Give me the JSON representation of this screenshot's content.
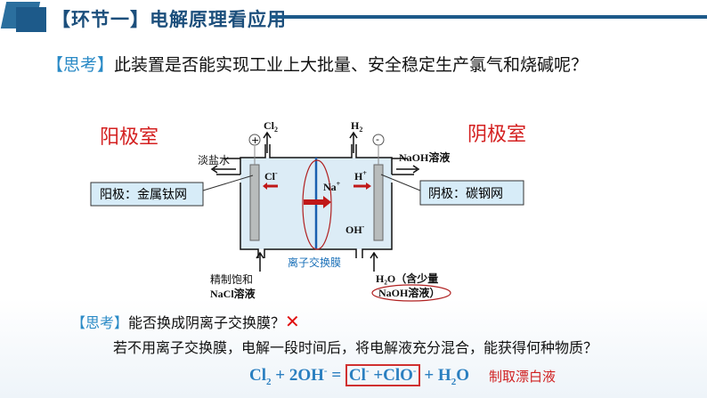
{
  "header": {
    "title": "【环节一】电解原理看应用"
  },
  "question1": {
    "bracket": "【思考】",
    "text": "此装置是否能实现工业上大批量、安全稳定生产氯气和烧碱呢？"
  },
  "diagram": {
    "anode_room": "阳极室",
    "cathode_room": "阴极室",
    "plus": "+",
    "minus": "-",
    "cl2": "Cl",
    "cl2_sub": "2",
    "h2": "H",
    "h2_sub": "2",
    "dilute_brine": "淡盐水",
    "naoh_out": "NaOH溶液",
    "cl_ion": "Cl",
    "cl_ion_sup": "-",
    "na_ion": "Na",
    "na_ion_sup": "+",
    "h_ion": "H",
    "h_ion_sup": "+",
    "oh_ion": "OH",
    "oh_ion_sup": "-",
    "anode_label": "阳极：金属钛网",
    "cathode_label": "阴极：碳钢网",
    "membrane": "离子交换膜",
    "feed_left_1": "精制饱和",
    "feed_left_2": "NaCl溶液",
    "feed_right_1": "H₂O（含少量",
    "feed_right_2": "NaOH溶液）"
  },
  "question2": {
    "bracket": "【思考】",
    "text": "能否换成阴离子交换膜？",
    "mark": "✕"
  },
  "question3": {
    "text": "若不用离子交换膜，电解一段时间后，将电解液充分混合，能获得何种物质？"
  },
  "equation": {
    "cl2": "Cl",
    "sub2": "2",
    "part2": " + 2OH",
    "sup1": "-",
    "eq": " = ",
    "cl": "Cl",
    "sup2": "-",
    "plus": " +ClO",
    "sup3": "-",
    "part3": " + H",
    "sub3": "2",
    "o": "O"
  },
  "bleach": "制取漂白液",
  "colors": {
    "title": "#1c4f7c",
    "accent": "#2a8ac6",
    "red": "#d02020"
  }
}
